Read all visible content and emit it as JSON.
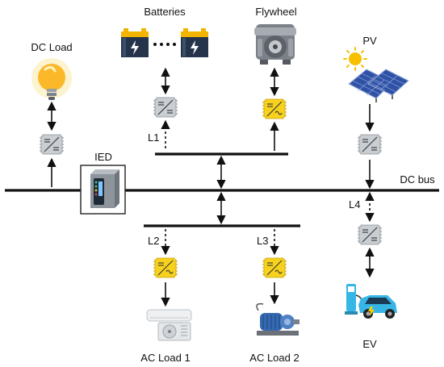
{
  "labels": {
    "batteries": "Batteries",
    "flywheel": "Flywheel",
    "dc_load": "DC Load",
    "pv": "PV",
    "ied": "IED",
    "dc_bus": "DC bus",
    "ev": "EV",
    "ac_load_1": "AC Load 1",
    "ac_load_2": "AC Load 2",
    "l1": "L1",
    "l2": "L2",
    "l3": "L3",
    "l4": "L4"
  },
  "colors": {
    "converter_dc": "#c9ced3",
    "converter_ac": "#f7d21d",
    "bus": "#111111",
    "bulb": "#fbb829",
    "ev": "#36b6e6",
    "sun": "#f6c000",
    "panel": "#2f52a7",
    "battery": "#25344a"
  },
  "icons": {
    "dc_load": "light-bulb-icon",
    "batteries": "battery-icon",
    "flywheel": "flywheel-icon",
    "pv": "solar-panel-icon",
    "ied": "ied-device-icon",
    "ev": "electric-car-charger-icon",
    "ac_load_1": "air-conditioner-icon",
    "ac_load_2": "motor-pump-icon"
  }
}
